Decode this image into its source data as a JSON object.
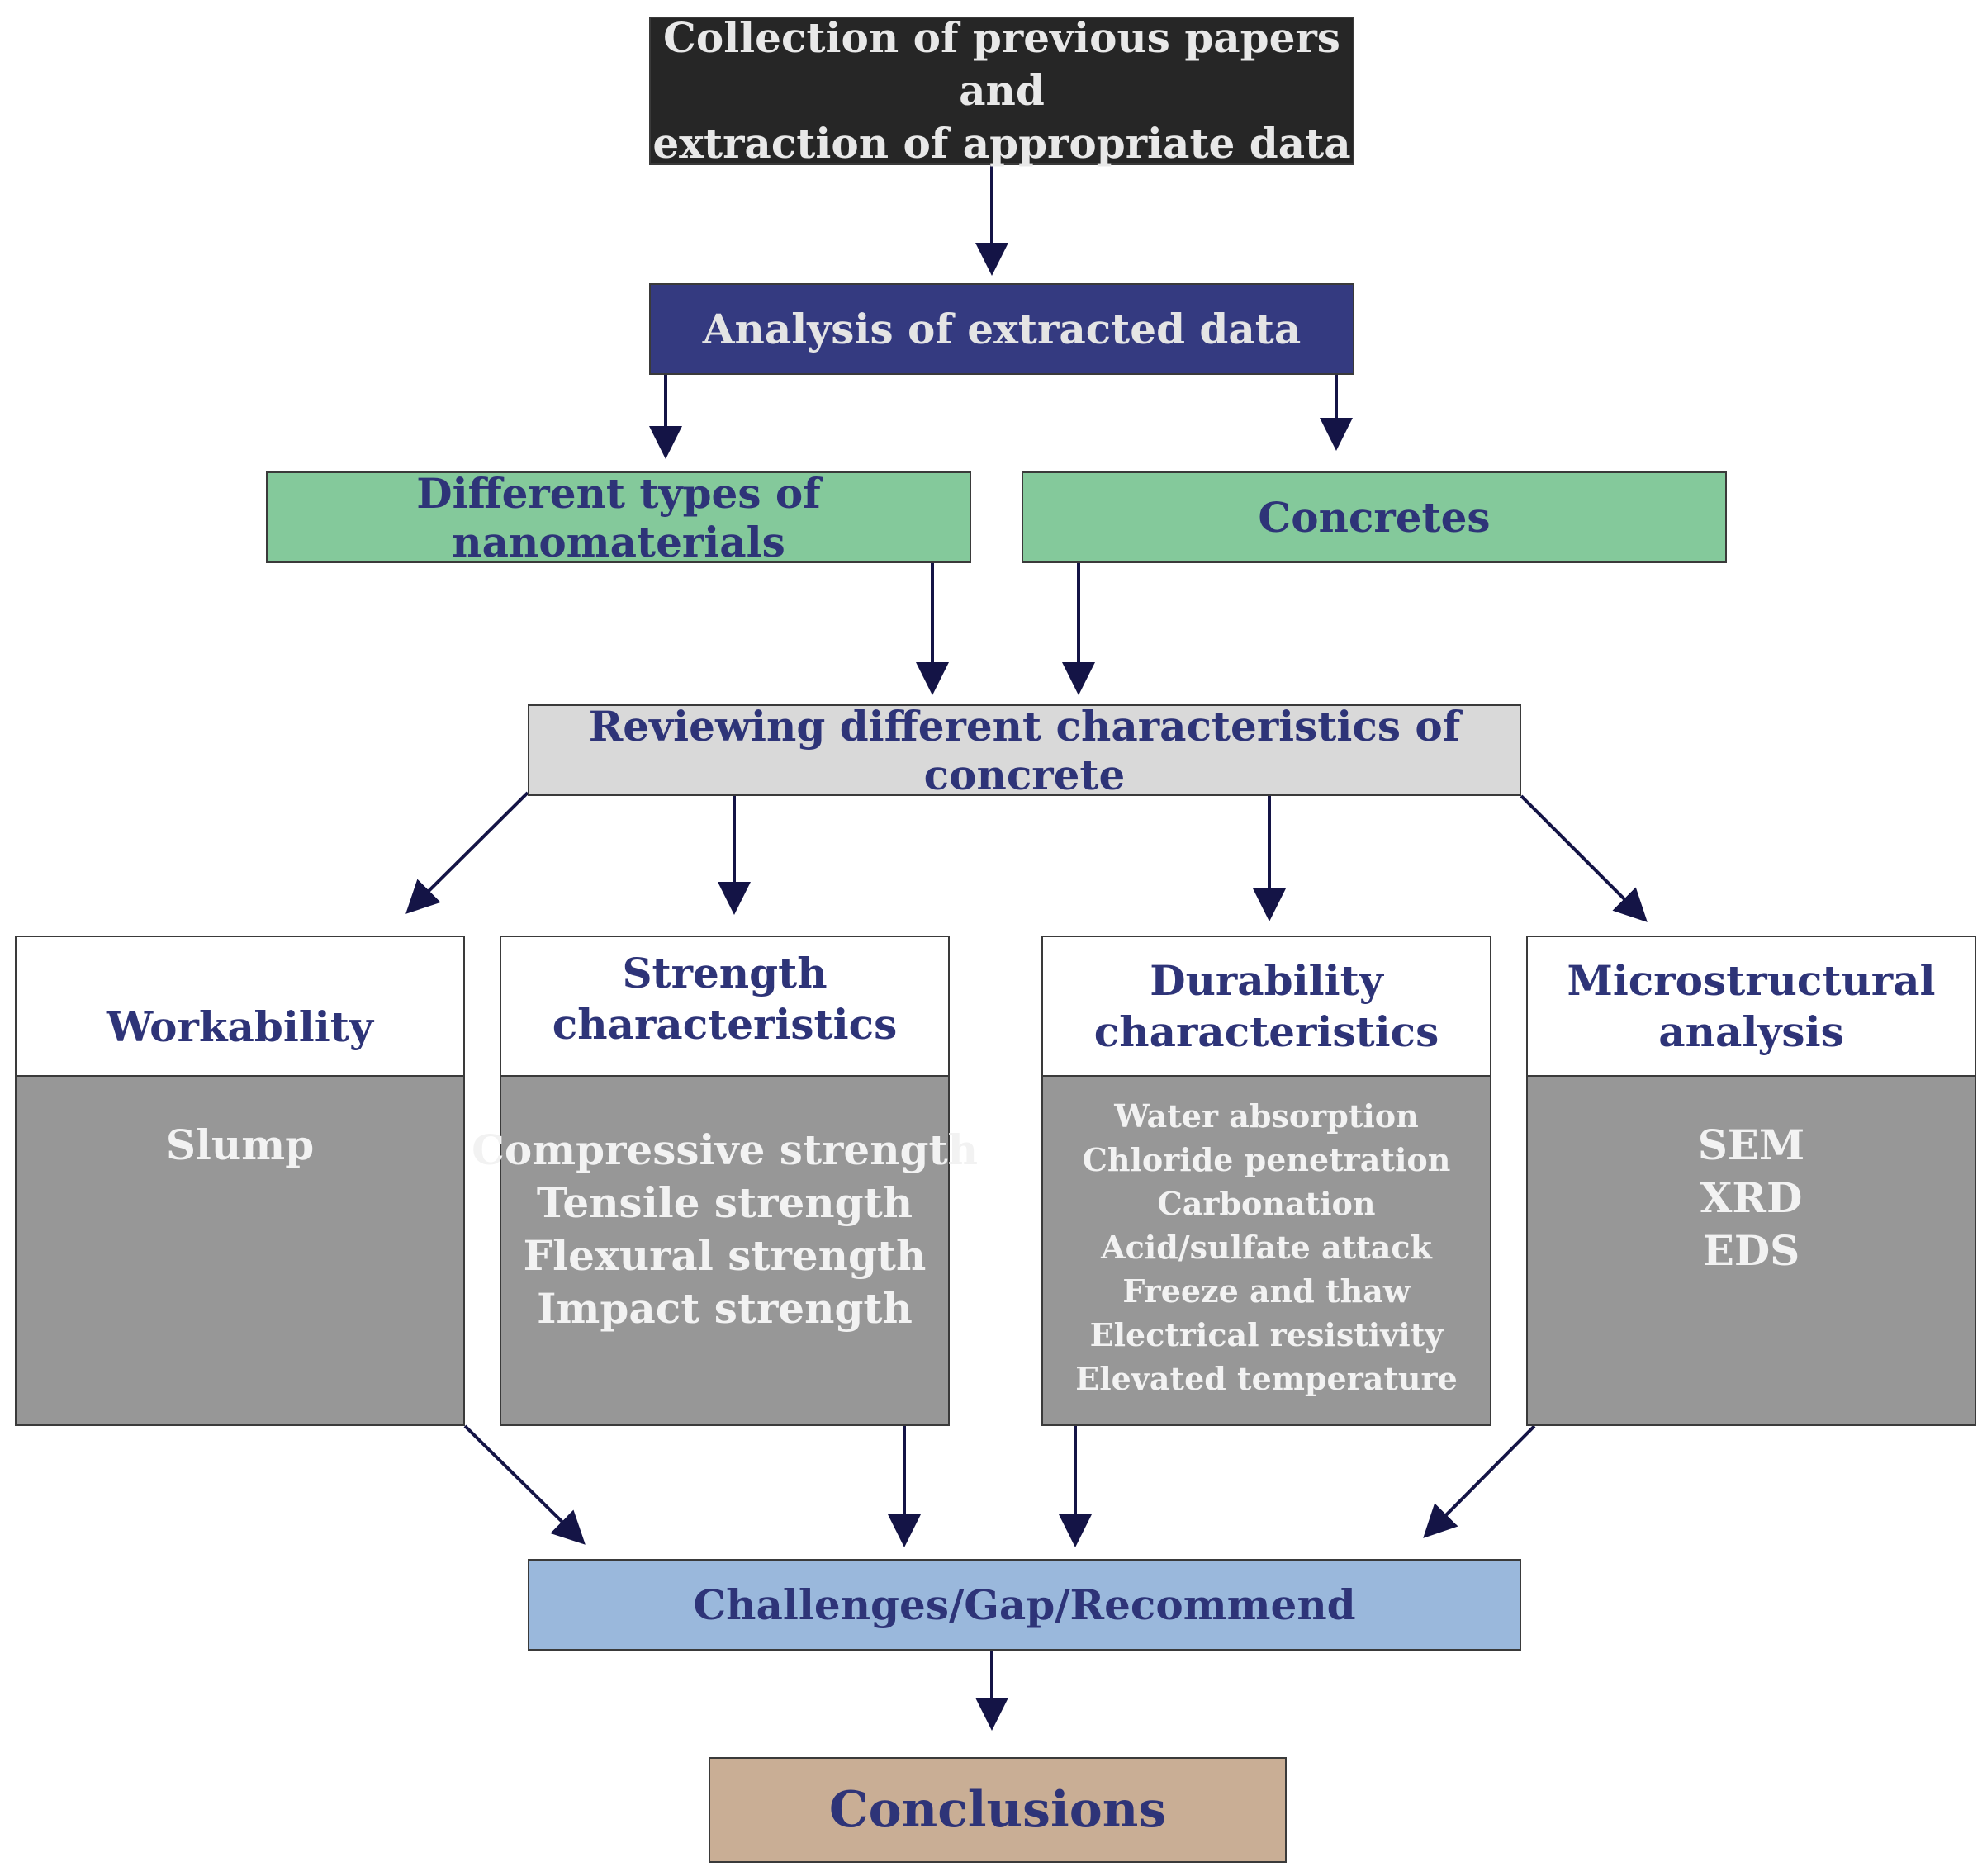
{
  "colors": {
    "arrow": "#141446",
    "title_text": "#2e3478",
    "collection_fill": "#262626",
    "analysis_fill": "#343a80",
    "green_fill": "#84c99b",
    "reviewing_fill": "#d9d9d9",
    "card_body_fill": "#979797",
    "challenges_fill": "#9ab8dc",
    "conclusions_fill": "#c9ae95"
  },
  "collection": {
    "line1": "Collection of previous papers and",
    "line2": "extraction of appropriate data"
  },
  "analysis": {
    "label": "Analysis of extracted data"
  },
  "nanomaterials": {
    "label": "Different types of nanomaterials"
  },
  "concretes": {
    "label": "Concretes"
  },
  "reviewing": {
    "label": "Reviewing different characteristics of concrete"
  },
  "cards": {
    "workability": {
      "title_line1": "Workability",
      "items": [
        "Slump"
      ]
    },
    "strength": {
      "title_line1": "Strength",
      "title_line2": "characteristics",
      "items": [
        "Compressive strength",
        "Tensile strength",
        "Flexural strength",
        "Impact strength"
      ]
    },
    "durability": {
      "title_line1": "Durability",
      "title_line2": "characteristics",
      "items": [
        "Water absorption",
        "Chloride penetration",
        "Carbonation",
        "Acid/sulfate attack",
        "Freeze and thaw",
        "Electrical resistivity",
        "Elevated temperature"
      ]
    },
    "microstructural": {
      "title_line1": "Microstructural",
      "title_line2": "analysis",
      "items": [
        "SEM",
        "XRD",
        "EDS"
      ]
    }
  },
  "challenges": {
    "label": "Challenges/Gap/Recommend"
  },
  "conclusions": {
    "label": "Conclusions"
  }
}
